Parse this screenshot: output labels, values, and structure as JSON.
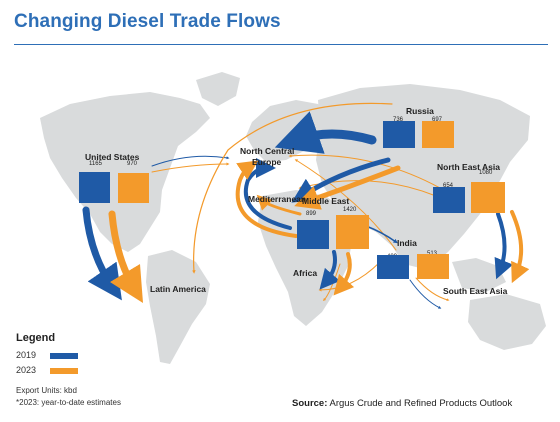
{
  "title": "Changing Diesel Trade Flows",
  "colors": {
    "y2019": "#1f5aa6",
    "y2023": "#f39a2b",
    "land": "#d9dbdc",
    "accent": "#2e6fb7"
  },
  "max_value_kbd": 1420,
  "regions": [
    {
      "id": "us",
      "name": "United States",
      "v2019": "1165",
      "v2023": "970"
    },
    {
      "id": "russia",
      "name": "Russia",
      "v2019": "736",
      "v2023": "697"
    },
    {
      "id": "nea",
      "name": "North East Asia",
      "v2019": "654",
      "v2023": "1080"
    },
    {
      "id": "me",
      "name": "Middle East",
      "v2019": "899",
      "v2023": "1420"
    },
    {
      "id": "india",
      "name": "India",
      "v2019": "409",
      "v2023": "513"
    }
  ],
  "destinations": {
    "latam": "Latin America",
    "nce_line1": "North Central",
    "nce_line2": "Europe",
    "med": "Mediterranean",
    "africa": "Africa",
    "sea": "South East Asia"
  },
  "legend": {
    "title": "Legend",
    "y2019": "2019",
    "y2023": "2023",
    "units": "Export Units: kbd",
    "note": "*2023: year-to-date estimates"
  },
  "source": {
    "label": "Source:",
    "text": " Argus Crude and Refined Products Outlook"
  }
}
